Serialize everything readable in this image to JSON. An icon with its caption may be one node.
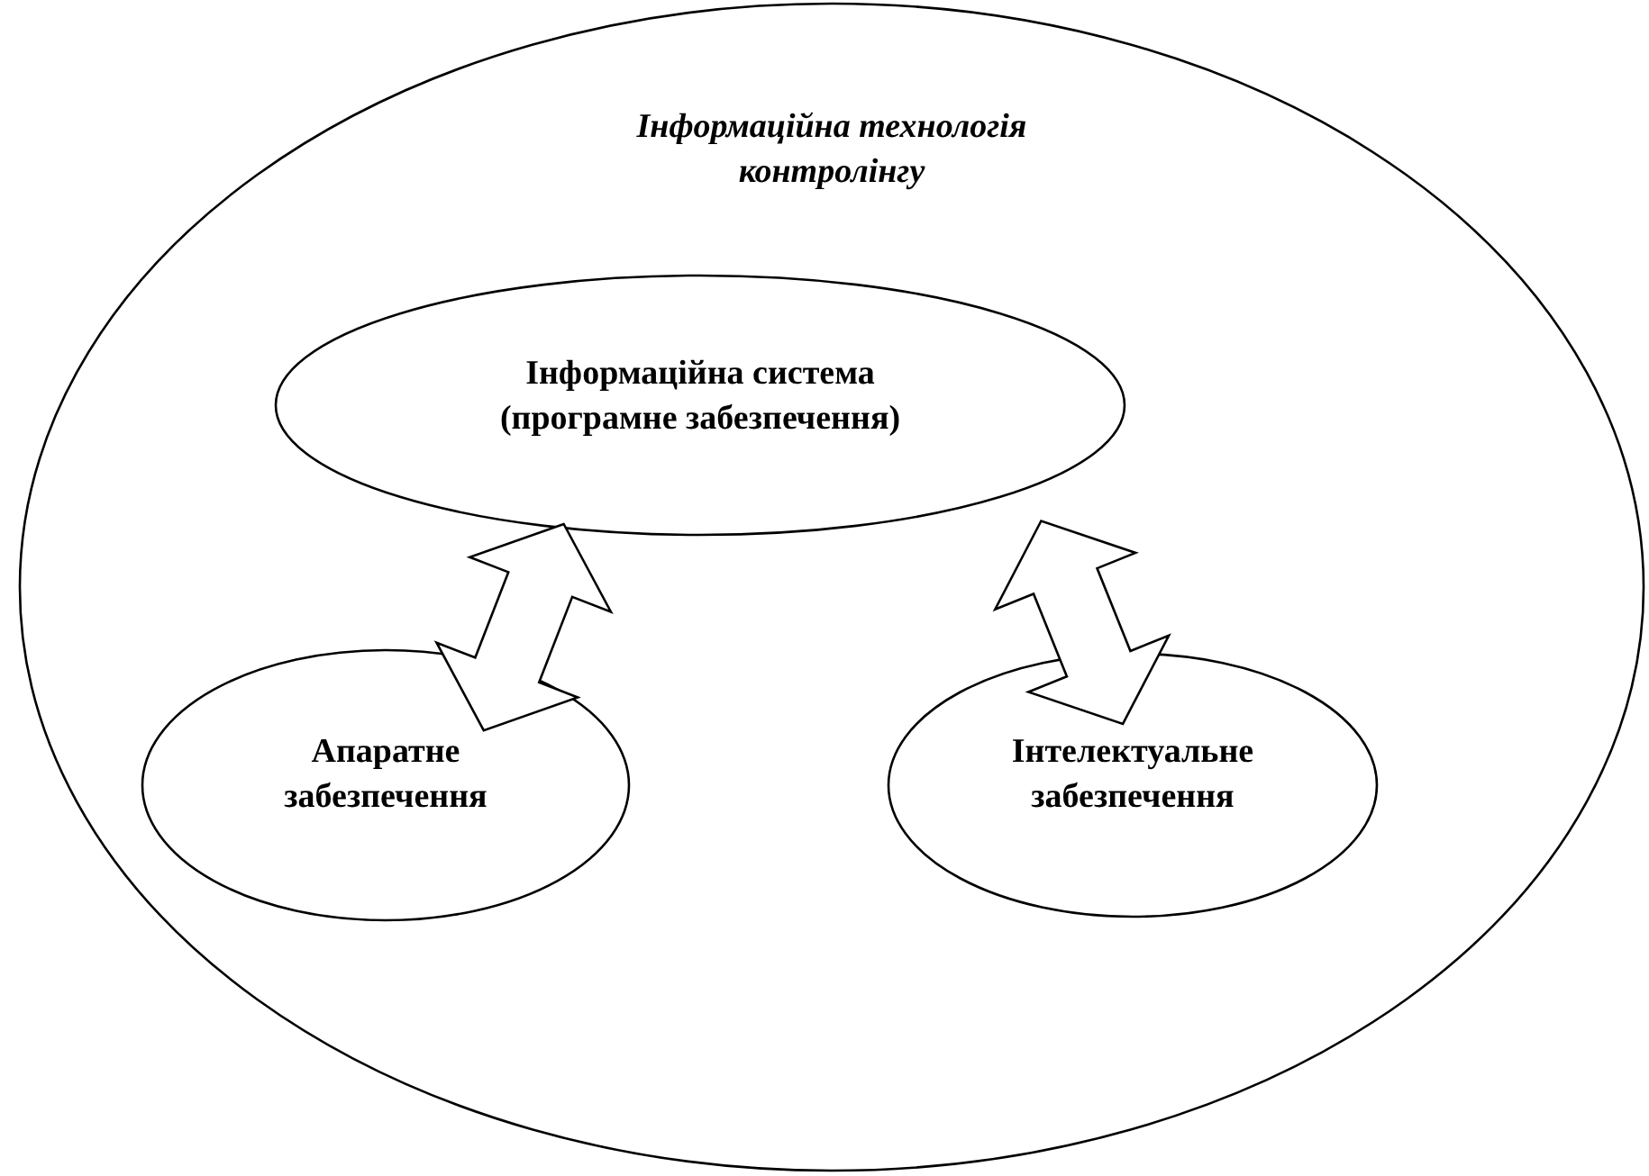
{
  "diagram": {
    "nodes": [
      {
        "text": [
          "Інформаційна технологія контролінгу"
        ]
      },
      {
        "text": [
          "Інформаційна система (програмне забезпечення)"
        ],
        "in": 0
      },
      {
        "text": [
          "Апаратне забезпечення"
        ],
        "in": 0
      },
      {
        "text": [
          "Інтелектуальне забезпечення"
        ],
        "in": 0
      }
    ],
    "edges": [
      {
        "from": 1,
        "to": 2,
        "arrow": "both"
      },
      {
        "from": 1,
        "to": 3,
        "arrow": "both"
      }
    ]
  }
}
